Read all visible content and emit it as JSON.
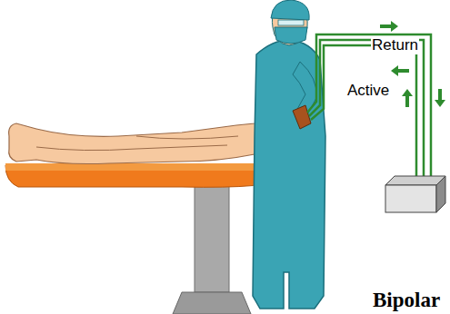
{
  "diagram": {
    "caption": "Bipolar",
    "labels": [
      "Return",
      "Active"
    ]
  }
}
